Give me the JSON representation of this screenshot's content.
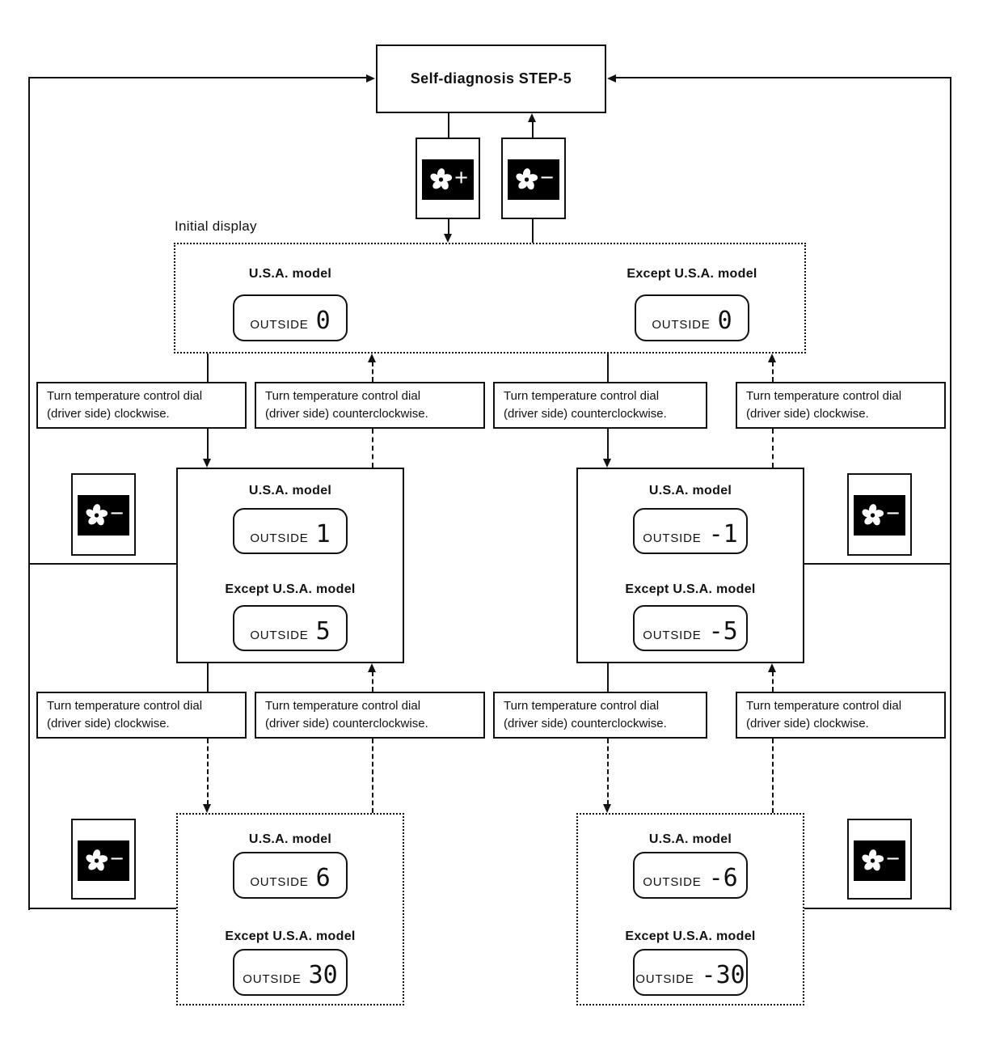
{
  "page": {
    "bg": "#ffffff",
    "ink": "#111111"
  },
  "title_box": {
    "label": "Self-diagnosis STEP-5"
  },
  "initial_display_label": "Initial display",
  "fan_buttons": {
    "top_plus": {
      "icon": "fan-plus-icon",
      "sign": "+"
    },
    "top_minus": {
      "icon": "fan-minus-icon",
      "sign": "−"
    },
    "mid_left": {
      "icon": "fan-minus-icon",
      "sign": "−"
    },
    "mid_right": {
      "icon": "fan-minus-icon",
      "sign": "−"
    },
    "bottom_left": {
      "icon": "fan-minus-icon",
      "sign": "−"
    },
    "bottom_right": {
      "icon": "fan-minus-icon",
      "sign": "−"
    }
  },
  "instructions": {
    "row1": [
      {
        "text": "Turn temperature control dial\n(driver side) clockwise."
      },
      {
        "text": "Turn temperature control dial\n(driver side) counterclockwise."
      },
      {
        "text": "Turn temperature control dial\n(driver side) counterclockwise."
      },
      {
        "text": "Turn temperature control dial\n(driver side) clockwise."
      }
    ],
    "row2": [
      {
        "text": "Turn temperature control dial\n(driver side) clockwise."
      },
      {
        "text": "Turn temperature control dial\n(driver side) counterclockwise."
      },
      {
        "text": "Turn temperature control dial\n(driver side) counterclockwise."
      },
      {
        "text": "Turn temperature control dial\n(driver side) clockwise."
      }
    ]
  },
  "displays": {
    "initial": {
      "usa_label": "U.S.A. model",
      "usa_prefix": "OUTSIDE",
      "usa_value": "0",
      "except_label": "Except U.S.A. model",
      "except_prefix": "OUTSIDE",
      "except_value": "0"
    },
    "mid_left": {
      "usa_label": "U.S.A. model",
      "usa_prefix": "OUTSIDE",
      "usa_value": "1",
      "except_label": "Except U.S.A. model",
      "except_prefix": "OUTSIDE",
      "except_value": "5"
    },
    "mid_right": {
      "usa_label": "U.S.A. model",
      "usa_prefix": "OUTSIDE",
      "usa_value": "-1",
      "except_label": "Except U.S.A. model",
      "except_prefix": "OUTSIDE",
      "except_value": "-5"
    },
    "bottom_left": {
      "usa_label": "U.S.A. model",
      "usa_prefix": "OUTSIDE",
      "usa_value": "6",
      "except_label": "Except U.S.A. model",
      "except_prefix": "OUTSIDE",
      "except_value": "30"
    },
    "bottom_right": {
      "usa_label": "U.S.A. model",
      "usa_prefix": "OUTSIDE",
      "usa_value": "-6",
      "except_label": "Except U.S.A. model",
      "except_prefix": "OUTSIDE",
      "except_value": "-30"
    }
  }
}
